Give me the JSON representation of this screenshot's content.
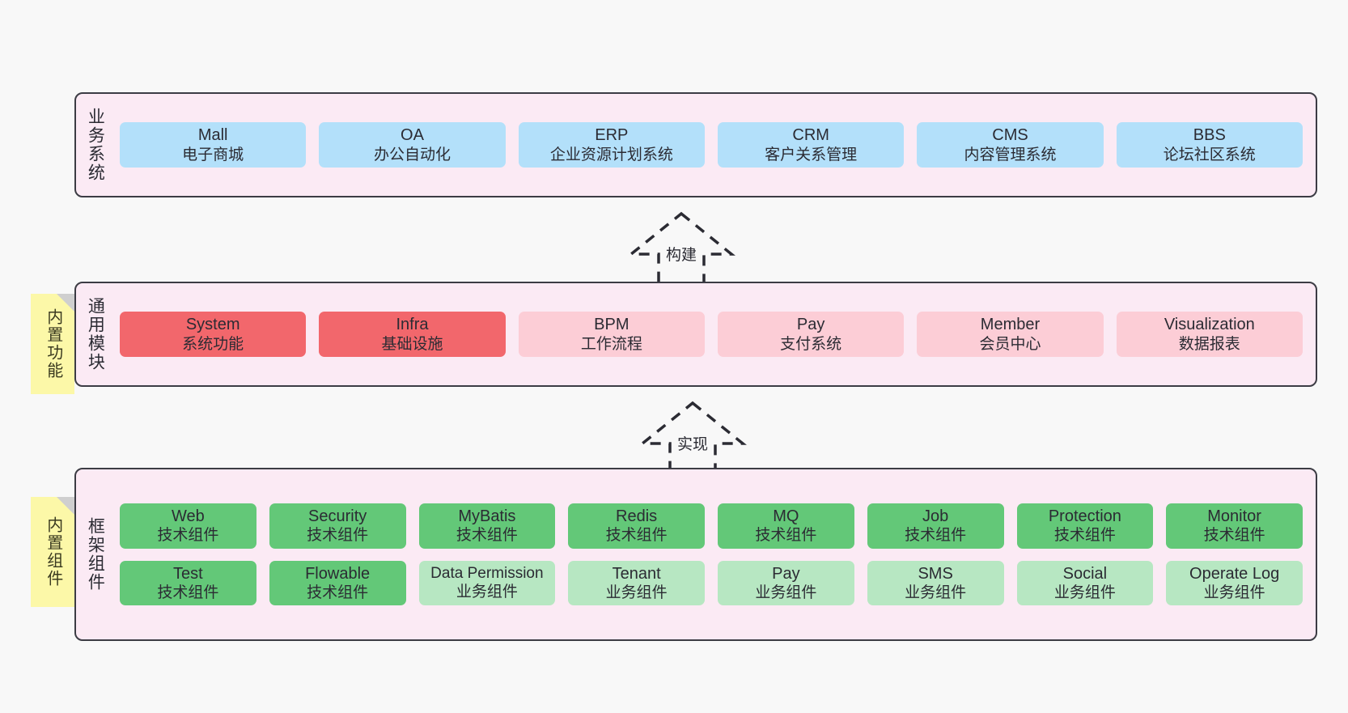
{
  "diagram": {
    "background_color": "#f8f8f8",
    "panel_color": "#fbeaf4",
    "panel_border_color": "#3c3c44"
  },
  "layers": [
    {
      "id": "business-systems",
      "title": "业务系统",
      "rows": [
        {
          "cards": [
            {
              "en": "Mall",
              "cn": "电子商城",
              "color": "#b3e0fa",
              "style": "blue"
            },
            {
              "en": "OA",
              "cn": "办公自动化",
              "color": "#b3e0fa",
              "style": "blue"
            },
            {
              "en": "ERP",
              "cn": "企业资源计划系统",
              "color": "#b3e0fa",
              "style": "blue"
            },
            {
              "en": "CRM",
              "cn": "客户关系管理",
              "color": "#b3e0fa",
              "style": "blue"
            },
            {
              "en": "CMS",
              "cn": "内容管理系统",
              "color": "#b3e0fa",
              "style": "blue"
            },
            {
              "en": "BBS",
              "cn": "论坛社区系统",
              "color": "#b3e0fa",
              "style": "blue"
            }
          ]
        }
      ]
    },
    {
      "id": "common-modules",
      "title": "通用模块",
      "sticky": "内置功能",
      "rows": [
        {
          "cards": [
            {
              "en": "System",
              "cn": "系统功能",
              "color": "#f2676c",
              "style": "red"
            },
            {
              "en": "Infra",
              "cn": "基础设施",
              "color": "#f2676c",
              "style": "red"
            },
            {
              "en": "BPM",
              "cn": "工作流程",
              "color": "#fccdd6",
              "style": "pink"
            },
            {
              "en": "Pay",
              "cn": "支付系统",
              "color": "#fccdd6",
              "style": "pink"
            },
            {
              "en": "Member",
              "cn": "会员中心",
              "color": "#fccdd6",
              "style": "pink"
            },
            {
              "en": "Visualization",
              "cn": "数据报表",
              "color": "#fccdd6",
              "style": "pink"
            }
          ]
        }
      ]
    },
    {
      "id": "framework-components",
      "title": "框架组件",
      "sticky": "内置组件",
      "rows": [
        {
          "cards": [
            {
              "en": "Web",
              "cn": "技术组件",
              "color": "#63c878",
              "style": "green"
            },
            {
              "en": "Security",
              "cn": "技术组件",
              "color": "#63c878",
              "style": "green"
            },
            {
              "en": "MyBatis",
              "cn": "技术组件",
              "color": "#63c878",
              "style": "green"
            },
            {
              "en": "Redis",
              "cn": "技术组件",
              "color": "#63c878",
              "style": "green"
            },
            {
              "en": "MQ",
              "cn": "技术组件",
              "color": "#63c878",
              "style": "green"
            },
            {
              "en": "Job",
              "cn": "技术组件",
              "color": "#63c878",
              "style": "green"
            },
            {
              "en": "Protection",
              "cn": "技术组件",
              "color": "#63c878",
              "style": "green"
            },
            {
              "en": "Monitor",
              "cn": "技术组件",
              "color": "#63c878",
              "style": "green"
            }
          ]
        },
        {
          "cards": [
            {
              "en": "Test",
              "cn": "技术组件",
              "color": "#63c878",
              "style": "green"
            },
            {
              "en": "Flowable",
              "cn": "技术组件",
              "color": "#63c878",
              "style": "green"
            },
            {
              "en": "Data Permission",
              "cn": "业务组件",
              "color": "#b7e7c2",
              "style": "mint"
            },
            {
              "en": "Tenant",
              "cn": "业务组件",
              "color": "#b7e7c2",
              "style": "mint"
            },
            {
              "en": "Pay",
              "cn": "业务组件",
              "color": "#b7e7c2",
              "style": "mint"
            },
            {
              "en": "SMS",
              "cn": "业务组件",
              "color": "#b7e7c2",
              "style": "mint"
            },
            {
              "en": "Social",
              "cn": "业务组件",
              "color": "#b7e7c2",
              "style": "mint"
            },
            {
              "en": "Operate Log",
              "cn": "业务组件",
              "color": "#b7e7c2",
              "style": "mint"
            }
          ]
        }
      ]
    }
  ],
  "arrows": [
    {
      "id": "arrow-build",
      "label": "构建",
      "direction": "up",
      "from": "common-modules",
      "to": "business-systems"
    },
    {
      "id": "arrow-implement",
      "label": "实现",
      "direction": "up",
      "from": "framework-components",
      "to": "common-modules"
    }
  ]
}
